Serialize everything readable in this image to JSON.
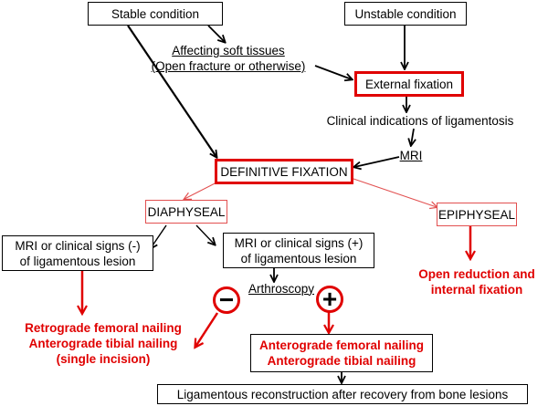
{
  "nodes": {
    "stable": "Stable condition",
    "unstable": "Unstable condition",
    "soft_line1": "Affecting soft tissues",
    "soft_line2": "(Open fracture or otherwise)",
    "external": "External fixation",
    "clinical": "Clinical indications of ligamentosis",
    "mri": "MRI",
    "definitive": "DEFINITIVE FIXATION",
    "diaphyseal": "DIAPHYSEAL",
    "epiphyseal": "EPIPHYSEAL",
    "neg_line1": "MRI or clinical signs (-)",
    "neg_line2": "of ligamentous lesion",
    "pos_line1": "MRI or clinical signs (+)",
    "pos_line2": "of ligamentous lesion",
    "open_line1": "Open reduction and",
    "open_line2": "internal fixation",
    "arthroscopy": "Arthroscopy",
    "minus": "−",
    "plus": "+",
    "retro_line1": "Retrograde femoral nailing",
    "retro_line2": "Anterograde tibial nailing",
    "retro_line3": "(single incision)",
    "ante_line1": "Anterograde femoral nailing",
    "ante_line2": "Anterograde tibial nailing",
    "ligament": "Ligamentous reconstruction after recovery from bone lesions"
  },
  "colors": {
    "accent_red": "#e00000",
    "thin_red": "#e25050",
    "ink": "#000000"
  }
}
